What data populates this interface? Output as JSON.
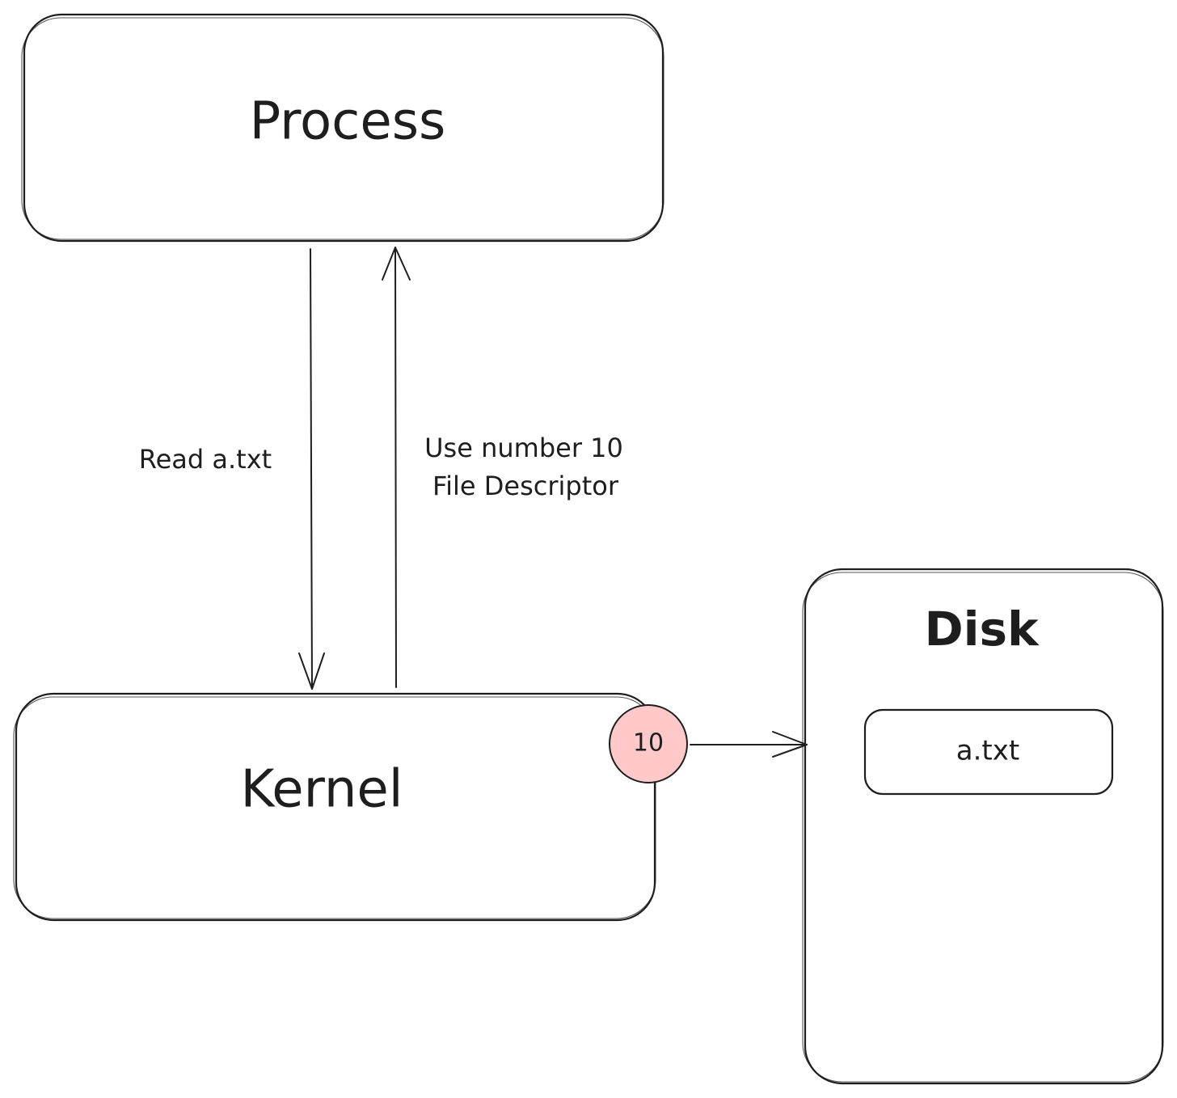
{
  "nodes": {
    "process": {
      "label": "Process"
    },
    "kernel": {
      "label": "Kernel"
    },
    "disk": {
      "label": "Disk"
    },
    "file": {
      "label": "a.txt"
    }
  },
  "edges": {
    "request": {
      "label": "Read a.txt"
    },
    "response": {
      "label_lines": [
        "Use number 10",
        "File Descriptor"
      ]
    }
  },
  "descriptor_badge": {
    "label": "10",
    "fill": "#ffc9c9"
  }
}
